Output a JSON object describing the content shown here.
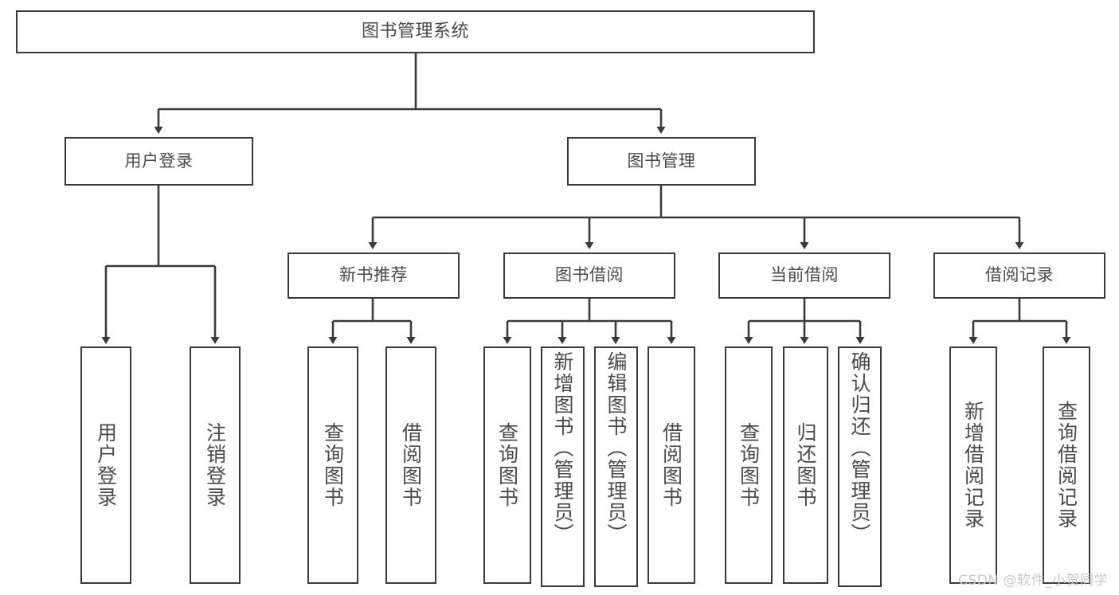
{
  "diagram": {
    "title": "图书管理系统",
    "type": "tree-hierarchy",
    "colors": {
      "stroke": "#3a3a3a",
      "text": "#4a4a4a",
      "background": "#ffffff",
      "watermark": "#c8c8c8"
    },
    "nodes": {
      "root": {
        "label": "图书管理系统"
      },
      "level2": [
        {
          "label": "用户登录"
        },
        {
          "label": "图书管理"
        }
      ],
      "level3": [
        {
          "label": "新书推荐"
        },
        {
          "label": "图书借阅"
        },
        {
          "label": "当前借阅"
        },
        {
          "label": "借阅记录"
        }
      ],
      "leaves_user_login": [
        {
          "label": "用户登录"
        },
        {
          "label": "注销登录"
        }
      ],
      "leaves_new_book": [
        {
          "label": "查询图书"
        },
        {
          "label": "借阅图书"
        }
      ],
      "leaves_borrow": [
        {
          "label": "查询图书"
        },
        {
          "label": "新增图书（管理员）"
        },
        {
          "label": "编辑图书（管理员）"
        },
        {
          "label": "借阅图书"
        }
      ],
      "leaves_current": [
        {
          "label": "查询图书"
        },
        {
          "label": "归还图书"
        },
        {
          "label": "确认归还（管理员）"
        }
      ],
      "leaves_record": [
        {
          "label": "新增借阅记录"
        },
        {
          "label": "查询借阅记录"
        }
      ]
    },
    "watermark": "CSDN @软件_小贺同学"
  }
}
